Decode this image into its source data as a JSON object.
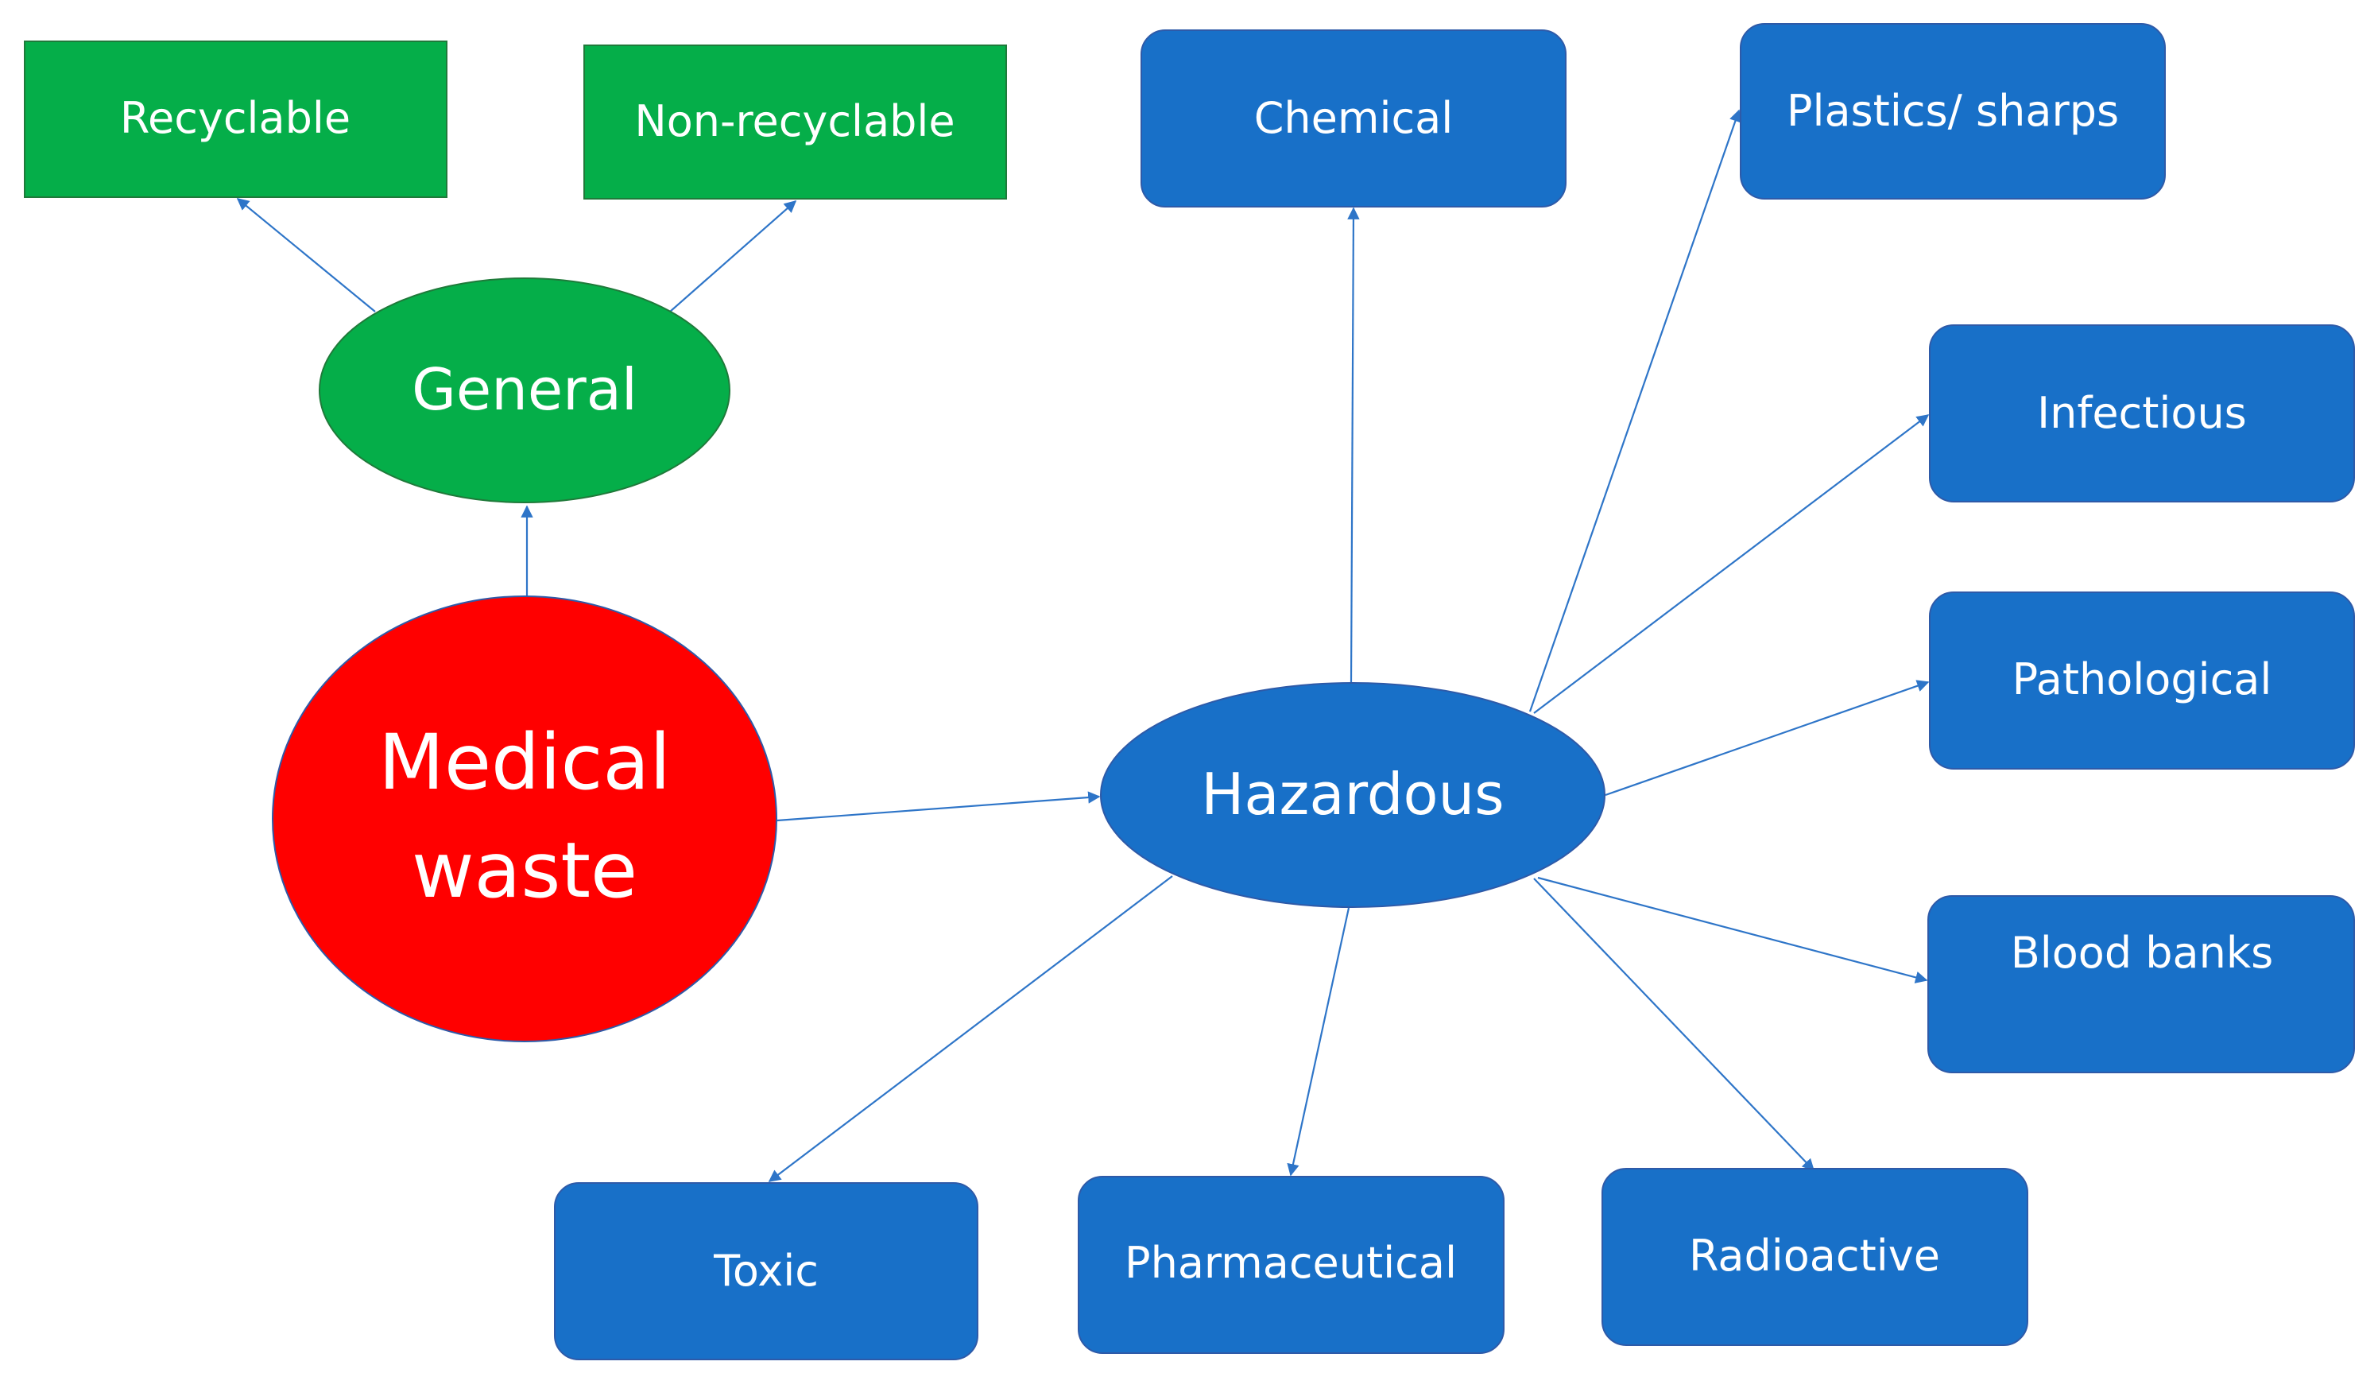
{
  "diagram": {
    "root": {
      "label_line1": "Medical",
      "label_line2": "waste",
      "color": "#FF0000"
    },
    "general": {
      "label": "General",
      "color": "#05AE49",
      "children": [
        "Recyclable",
        "Non-recyclable"
      ]
    },
    "hazardous": {
      "label": "Hazardous",
      "color": "#1870C8",
      "children": {
        "chemical": "Chemical",
        "plastics": "Plastics/ sharps",
        "infectious": "Infectious",
        "pathological": "Pathological",
        "blood_banks": "Blood banks",
        "radioactive": "Radioactive",
        "pharmaceutical": "Pharmaceutical",
        "toxic": "Toxic"
      }
    },
    "connector_color": "#2E75C8"
  }
}
